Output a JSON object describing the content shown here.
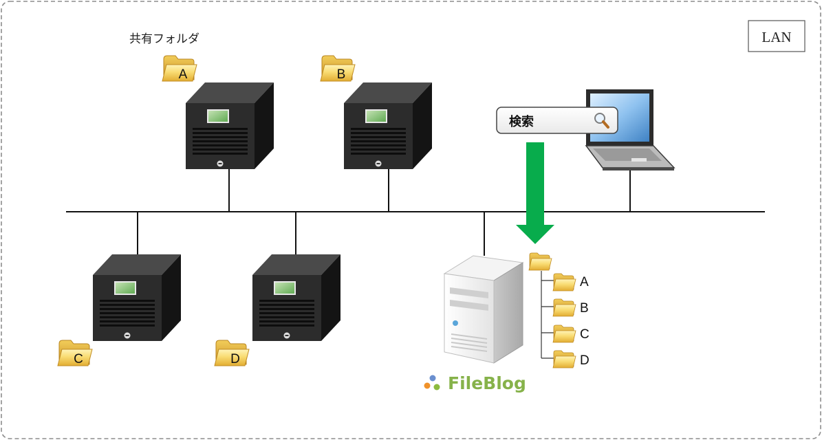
{
  "lan_label": "LAN",
  "shared_folder_caption": "共有フォルダ",
  "nas_folders": [
    "A",
    "B",
    "C",
    "D"
  ],
  "search_box": {
    "label": "検索"
  },
  "fileblog": {
    "brand": "FileBlog",
    "tree_items": [
      "A",
      "B",
      "C",
      "D"
    ]
  },
  "colors": {
    "arrow": "#08ac4c",
    "nas_body": "#2e2e2e",
    "folder_fill": "#f7d56a",
    "server_body": "#e6e6e6",
    "brand_text": "#86b24a"
  }
}
